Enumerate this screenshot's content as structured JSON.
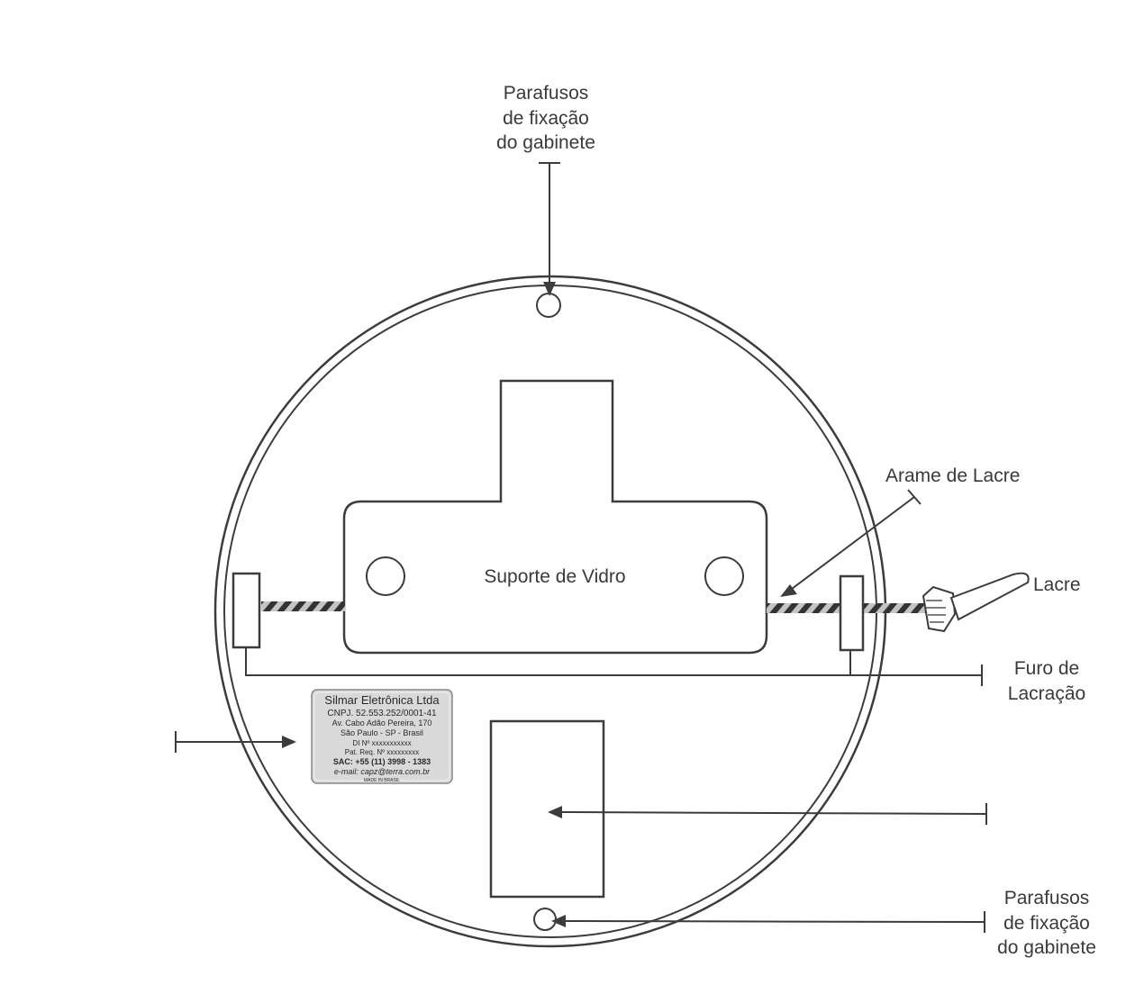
{
  "labels": {
    "top_screws": [
      "Parafusos",
      "de fixação",
      "do gabinete"
    ],
    "glass_support": "Suporte de Vidro",
    "seal_wire": "Arame de Lacre",
    "seal": "Lacre",
    "seal_hole": [
      "Furo de",
      "Lacração"
    ],
    "bottom_screws": [
      "Parafusos",
      "de fixação",
      "do gabinete"
    ]
  },
  "nameplate": {
    "lines": [
      "Silmar Eletrônica Ltda",
      "CNPJ. 52.553.252/0001-41",
      "Av. Cabo Adão Pereira, 170",
      "São Paulo - SP - Brasil",
      "DI Nº xxxxxxxxxxx",
      "Pat. Req. Nº xxxxxxxxx",
      "SAC: +55 (11) 3998 - 1383",
      "e-mail: capz@terra.com.br",
      "MADE IN BRASIL"
    ]
  },
  "colors": {
    "ink": "#3c3c3c",
    "plate_bg": "#d9d9d9",
    "wire_dark": "#333333",
    "wire_light": "#bdbdbd"
  }
}
